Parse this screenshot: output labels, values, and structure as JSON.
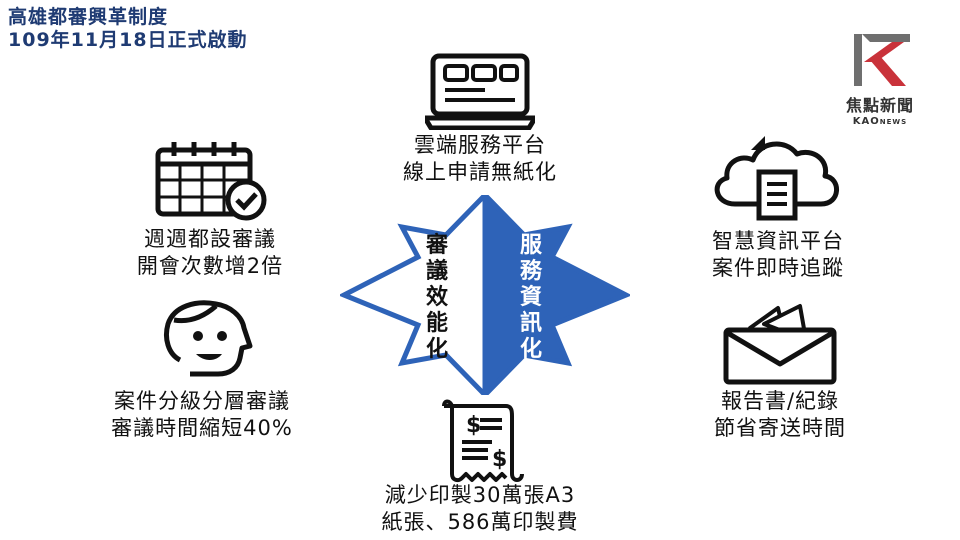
{
  "title": {
    "line1": "高雄都審興革制度",
    "line2": "109年11月18日正式啟動"
  },
  "logo": {
    "name": "焦點新聞",
    "sub_main": "KAO",
    "sub_small": "NEWS"
  },
  "center": {
    "left_text": "審議效能化",
    "right_text": "服務資訊化"
  },
  "items": {
    "cloud_platform": {
      "line1": "雲端服務平台",
      "line2": "線上申請無紙化",
      "icon": "laptop-icon"
    },
    "weekly_review": {
      "line1": "週週都設審議",
      "line2": "開會次數增2倍",
      "icon": "calendar-check-icon"
    },
    "smart_platform": {
      "line1": "智慧資訊平台",
      "line2": "案件即時追蹤",
      "icon": "cloud-document-icon"
    },
    "tiered_review": {
      "line1": "案件分級分層審議",
      "line2": "審議時間縮短40%",
      "icon": "face-icon"
    },
    "mail_report": {
      "line1": "報告書/紀錄",
      "line2": "節省寄送時間",
      "icon": "envelope-icon"
    },
    "paper_saving": {
      "line1": "減少印製30萬張A3",
      "line2": "紙張、586萬印製費",
      "icon": "receipt-icon"
    }
  },
  "colors": {
    "title": "#1f3b73",
    "star_blue": "#2e63b8",
    "star_outline": "#2e63b8",
    "logo_red": "#c9323a",
    "logo_gray": "#6f6f6f"
  }
}
